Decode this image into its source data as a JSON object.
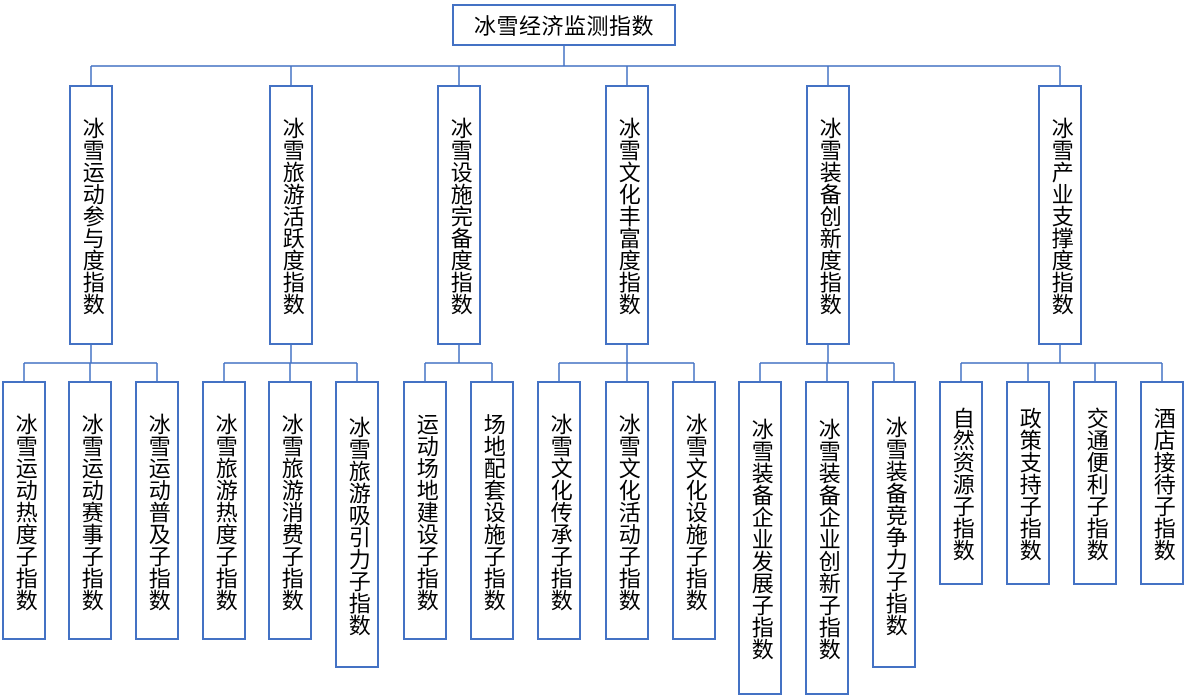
{
  "diagram": {
    "root": "冰雪经济监测指数",
    "categories": [
      {
        "label": "冰雪运动参与度指数",
        "children": [
          "冰雪运动热度子指数",
          "冰雪运动赛事子指数",
          "冰雪运动普及子指数"
        ]
      },
      {
        "label": "冰雪旅游活跃度指数",
        "children": [
          "冰雪旅游热度子指数",
          "冰雪旅游消费子指数",
          "冰雪旅游吸引力子指数"
        ]
      },
      {
        "label": "冰雪设施完备度指数",
        "children": [
          "运动场地建设子指数",
          "场地配套设施子指数"
        ]
      },
      {
        "label": "冰雪文化丰富度指数",
        "children": [
          "冰雪文化传承子指数",
          "冰雪文化活动子指数",
          "冰雪文化设施子指数"
        ]
      },
      {
        "label": "冰雪装备创新度指数",
        "children": [
          "冰雪装备企业发展子指数",
          "冰雪装备企业创新子指数",
          "冰雪装备竞争力子指数"
        ]
      },
      {
        "label": "冰雪产业支撑度指数",
        "children": [
          "自然资源子指数",
          "政策支持子指数",
          "交通便利子指数",
          "酒店接待子指数"
        ]
      }
    ],
    "colors": {
      "border": "#4472C4",
      "line": "#4472C4",
      "text": "#000000",
      "background": "#ffffff"
    }
  }
}
